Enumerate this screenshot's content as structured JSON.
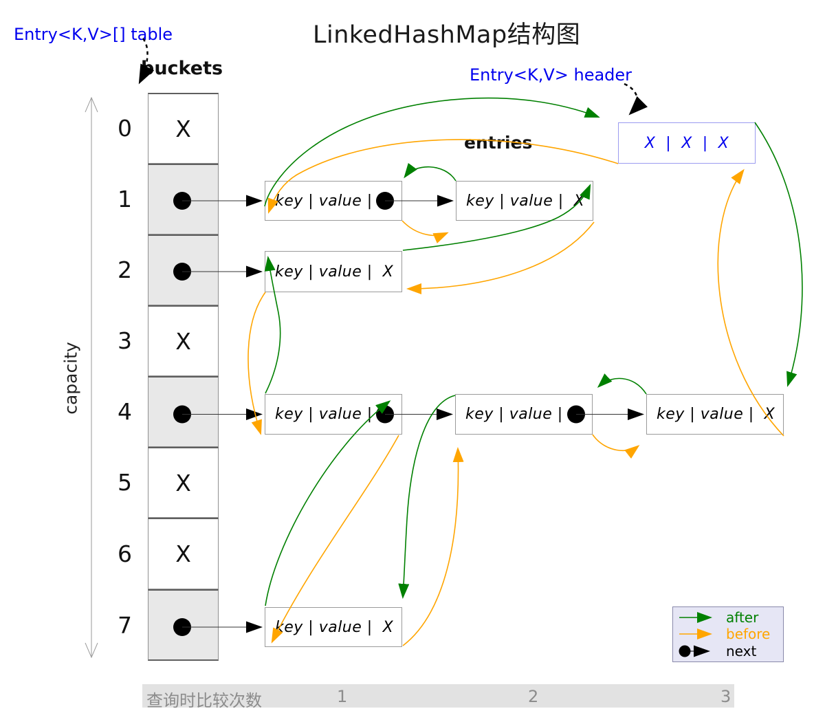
{
  "title": "LinkedHashMap结构图",
  "labels": {
    "table_pointer": "Entry<K,V>[] table",
    "header_pointer": "Entry<K,V> header",
    "buckets": "buckets",
    "entries": "entries",
    "capacity": "capacity"
  },
  "bucket_array": [
    {
      "index": "0",
      "mark": "X",
      "has_pointer": false
    },
    {
      "index": "1",
      "mark": "",
      "has_pointer": true
    },
    {
      "index": "2",
      "mark": "",
      "has_pointer": true
    },
    {
      "index": "3",
      "mark": "X",
      "has_pointer": false
    },
    {
      "index": "4",
      "mark": "",
      "has_pointer": true
    },
    {
      "index": "5",
      "mark": "X",
      "has_pointer": false
    },
    {
      "index": "6",
      "mark": "X",
      "has_pointer": false
    },
    {
      "index": "7",
      "mark": "",
      "has_pointer": true
    }
  ],
  "header_node": {
    "label": "X  |  X  |  X"
  },
  "entry_nodes": [
    {
      "id": "bucket1-entry1",
      "label": "key | value |",
      "next": "pointer"
    },
    {
      "id": "bucket1-entry2",
      "label": "key | value |  X",
      "next": "null"
    },
    {
      "id": "bucket2-entry1",
      "label": "key | value |  X",
      "next": "null"
    },
    {
      "id": "bucket4-entry1",
      "label": "key | value |",
      "next": "pointer"
    },
    {
      "id": "bucket4-entry2",
      "label": "key | value |",
      "next": "pointer"
    },
    {
      "id": "bucket4-entry3",
      "label": "key | value |  X",
      "next": "null"
    },
    {
      "id": "bucket7-entry1",
      "label": "key | value |  X",
      "next": "null"
    }
  ],
  "after_chain": [
    "header",
    "bucket4-entry3",
    "bucket4-entry2",
    "bucket7-entry1",
    "bucket4-entry1",
    "bucket2-entry1",
    "bucket1-entry2",
    "bucket1-entry1",
    "header"
  ],
  "legend": {
    "after": "after",
    "before": "before",
    "next": "next"
  },
  "footer": {
    "label": "查询时比较次数",
    "counts": [
      "1",
      "2",
      "3"
    ]
  },
  "colors": {
    "after": "#008000",
    "before": "#FFA500",
    "next": "#000000",
    "pointer_labels": "#0000EE",
    "bucket_fill": "#E8E8E8",
    "legend_fill": "#E6E6F5",
    "footer_fill": "#E2E2E2",
    "footer_text": "#8C8C8C"
  }
}
